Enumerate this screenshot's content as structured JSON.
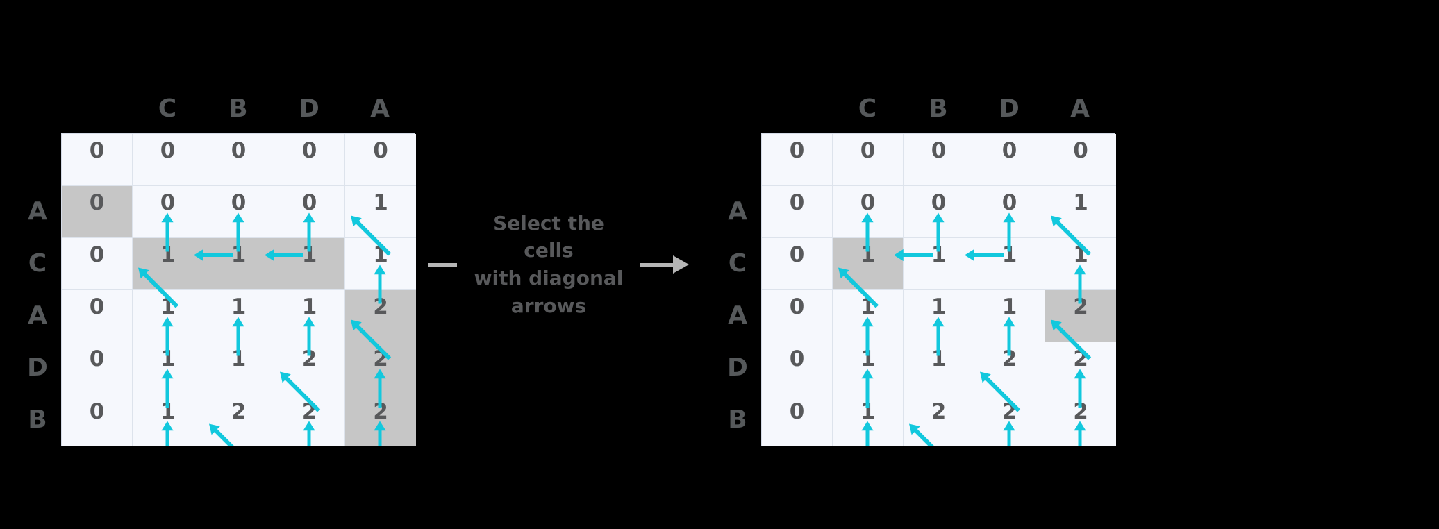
{
  "caption": {
    "line1": "Select the cells",
    "line2": "with diagonal",
    "line3": "arrows"
  },
  "colors": {
    "background": "#000000",
    "cell_bg": "#f6f8fd",
    "cell_border": "#dde3ec",
    "highlight": "#c6c6c6",
    "text": "#58595b",
    "header_text": "#56595b",
    "arrow": "#12c8dd",
    "connector": "#b6b6b6"
  },
  "tables": [
    {
      "id": "before",
      "name": "lcs-table-before",
      "col_headers": [
        "",
        "C",
        "B",
        "D",
        "A"
      ],
      "row_headers": [
        "",
        "A",
        "C",
        "A",
        "D",
        "B"
      ],
      "rows": [
        {
          "label": "",
          "values": [
            "0",
            "0",
            "0",
            "0",
            "0"
          ]
        },
        {
          "label": "A",
          "values": [
            "0",
            "0",
            "0",
            "0",
            "1"
          ]
        },
        {
          "label": "C",
          "values": [
            "0",
            "1",
            "1",
            "1",
            "1"
          ]
        },
        {
          "label": "A",
          "values": [
            "0",
            "1",
            "1",
            "1",
            "2"
          ]
        },
        {
          "label": "D",
          "values": [
            "0",
            "1",
            "1",
            "2",
            "2"
          ]
        },
        {
          "label": "B",
          "values": [
            "0",
            "1",
            "2",
            "2",
            "2"
          ]
        }
      ],
      "highlighted_cells": [
        {
          "row": 1,
          "col": 0
        },
        {
          "row": 2,
          "col": 1
        },
        {
          "row": 2,
          "col": 2
        },
        {
          "row": 2,
          "col": 3
        },
        {
          "row": 3,
          "col": 4
        },
        {
          "row": 4,
          "col": 4
        },
        {
          "row": 5,
          "col": 4
        }
      ],
      "arrows": [
        {
          "type": "up",
          "row": 1,
          "col": 1
        },
        {
          "type": "up",
          "row": 1,
          "col": 2
        },
        {
          "type": "up",
          "row": 1,
          "col": 3
        },
        {
          "type": "diagonal",
          "row": 1,
          "col": 4
        },
        {
          "type": "diagonal",
          "row": 2,
          "col": 1
        },
        {
          "type": "left",
          "row": 2,
          "col": 1
        },
        {
          "type": "left",
          "row": 2,
          "col": 2
        },
        {
          "type": "up",
          "row": 2,
          "col": 4
        },
        {
          "type": "up",
          "row": 3,
          "col": 1
        },
        {
          "type": "up",
          "row": 3,
          "col": 2
        },
        {
          "type": "up",
          "row": 3,
          "col": 3
        },
        {
          "type": "diagonal",
          "row": 3,
          "col": 4
        },
        {
          "type": "up",
          "row": 4,
          "col": 1
        },
        {
          "type": "diagonal",
          "row": 4,
          "col": 3
        },
        {
          "type": "up",
          "row": 4,
          "col": 4
        },
        {
          "type": "up",
          "row": 5,
          "col": 1
        },
        {
          "type": "diagonal",
          "row": 5,
          "col": 2
        },
        {
          "type": "up",
          "row": 5,
          "col": 3
        },
        {
          "type": "up",
          "row": 5,
          "col": 4
        }
      ]
    },
    {
      "id": "after",
      "name": "lcs-table-after",
      "col_headers": [
        "",
        "C",
        "B",
        "D",
        "A"
      ],
      "row_headers": [
        "",
        "A",
        "C",
        "A",
        "D",
        "B"
      ],
      "rows": [
        {
          "label": "",
          "values": [
            "0",
            "0",
            "0",
            "0",
            "0"
          ]
        },
        {
          "label": "A",
          "values": [
            "0",
            "0",
            "0",
            "0",
            "1"
          ]
        },
        {
          "label": "C",
          "values": [
            "0",
            "1",
            "1",
            "1",
            "1"
          ]
        },
        {
          "label": "A",
          "values": [
            "0",
            "1",
            "1",
            "1",
            "2"
          ]
        },
        {
          "label": "D",
          "values": [
            "0",
            "1",
            "1",
            "2",
            "2"
          ]
        },
        {
          "label": "B",
          "values": [
            "0",
            "1",
            "2",
            "2",
            "2"
          ]
        }
      ],
      "highlighted_cells": [
        {
          "row": 2,
          "col": 1
        },
        {
          "row": 3,
          "col": 4
        }
      ],
      "arrows": [
        {
          "type": "up",
          "row": 1,
          "col": 1
        },
        {
          "type": "up",
          "row": 1,
          "col": 2
        },
        {
          "type": "up",
          "row": 1,
          "col": 3
        },
        {
          "type": "diagonal",
          "row": 1,
          "col": 4
        },
        {
          "type": "diagonal",
          "row": 2,
          "col": 1
        },
        {
          "type": "left",
          "row": 2,
          "col": 1
        },
        {
          "type": "left",
          "row": 2,
          "col": 2
        },
        {
          "type": "up",
          "row": 2,
          "col": 4
        },
        {
          "type": "up",
          "row": 3,
          "col": 1
        },
        {
          "type": "up",
          "row": 3,
          "col": 2
        },
        {
          "type": "up",
          "row": 3,
          "col": 3
        },
        {
          "type": "diagonal",
          "row": 3,
          "col": 4
        },
        {
          "type": "up",
          "row": 4,
          "col": 1
        },
        {
          "type": "diagonal",
          "row": 4,
          "col": 3
        },
        {
          "type": "up",
          "row": 4,
          "col": 4
        },
        {
          "type": "up",
          "row": 5,
          "col": 1
        },
        {
          "type": "diagonal",
          "row": 5,
          "col": 2
        },
        {
          "type": "up",
          "row": 5,
          "col": 3
        },
        {
          "type": "up",
          "row": 5,
          "col": 4
        }
      ]
    }
  ]
}
